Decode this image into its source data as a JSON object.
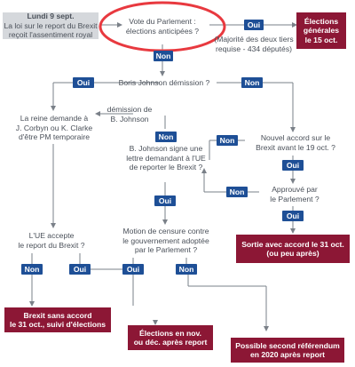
{
  "grey_box": {
    "line1": "Lundi 9 sept.",
    "line2": "La loi sur le report du Brexit",
    "line3": "reçoit l'assentiment royal"
  },
  "q_vote": {
    "line1": "Vote du Parlement :",
    "line2": "élections anticipées ?"
  },
  "result_elections": {
    "line1": "Élections",
    "line2": "générales",
    "line3": "le 15 oct."
  },
  "majority_note": {
    "line1": "(Majorité des deux tiers",
    "line2": "requise - 434 députés)"
  },
  "q_boris": "Boris Johnson démission ?",
  "q_reine": {
    "line1": "La reine demande à",
    "line2": "J. Corbyn ou K. Clarke",
    "line3": "d'être PM temporaire"
  },
  "note_demission": {
    "line1": "démission de",
    "line2": "B. Johnson"
  },
  "q_nouvel": {
    "line1": "Nouvel accord sur le",
    "line2": "Brexit avant le 19 oct. ?"
  },
  "q_lettre": {
    "line1": "B. Johnson signe une",
    "line2": "lettre demandant à l'UE",
    "line3": "de reporter le Brexit ?"
  },
  "q_approuve": {
    "line1": "Approuvé par",
    "line2": "le Parlement ?"
  },
  "q_ue": {
    "line1": "L'UE accepte",
    "line2": "le report du Brexit ?"
  },
  "q_motion": {
    "line1": "Motion de censure contre",
    "line2": "le gouvernement adoptée",
    "line3": "par le Parlement ?"
  },
  "result_sortie": {
    "line1": "Sortie avec accord le 31 oct.",
    "line2": "(ou peu après)"
  },
  "result_sans_accord": {
    "line1": "Brexit sans accord",
    "line2": "le 31 oct., suivi d'élections"
  },
  "result_elections_nov": {
    "line1": "Élections en nov.",
    "line2": "ou déc. après report"
  },
  "result_referendum": {
    "line1": "Possible second référendum",
    "line2": "en 2020 après report"
  },
  "labels": {
    "oui": "Oui",
    "non": "Non"
  },
  "colors": {
    "blue": "#1e4f96",
    "red": "#8c1735",
    "grey": "#d5d8dc",
    "highlight": "#e8393f"
  }
}
